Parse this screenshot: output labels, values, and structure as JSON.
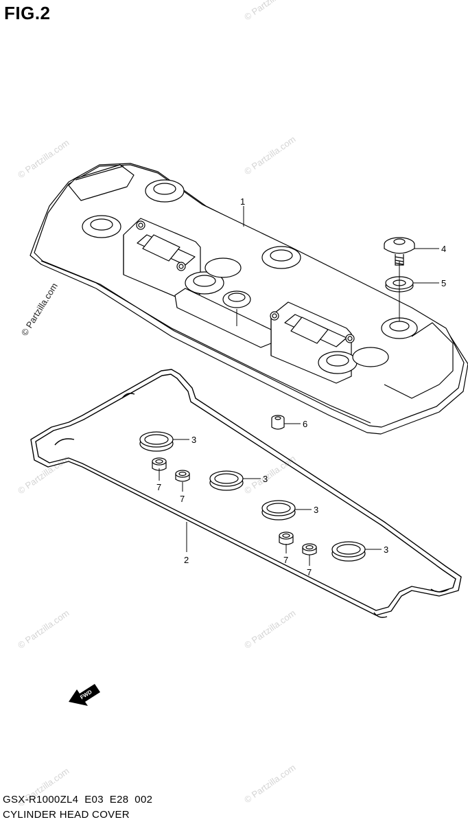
{
  "figure": {
    "title": "FIG.2"
  },
  "watermark": {
    "text": "© Partzilla.com"
  },
  "callouts": [
    {
      "id": "c1",
      "label": "1"
    },
    {
      "id": "c2",
      "label": "2"
    },
    {
      "id": "c3a",
      "label": "3"
    },
    {
      "id": "c3b",
      "label": "3"
    },
    {
      "id": "c3c",
      "label": "3"
    },
    {
      "id": "c3d",
      "label": "3"
    },
    {
      "id": "c4",
      "label": "4"
    },
    {
      "id": "c5",
      "label": "5"
    },
    {
      "id": "c6",
      "label": "6"
    },
    {
      "id": "c7a",
      "label": "7"
    },
    {
      "id": "c7b",
      "label": "7"
    },
    {
      "id": "c7c",
      "label": "7"
    },
    {
      "id": "c7d",
      "label": "7"
    }
  ],
  "fwd_arrow": {
    "label": "FWD"
  },
  "footer": {
    "model_line": "GSX-R1000ZL4  E03  E28  002",
    "section_name": "CYLINDER HEAD COVER"
  }
}
